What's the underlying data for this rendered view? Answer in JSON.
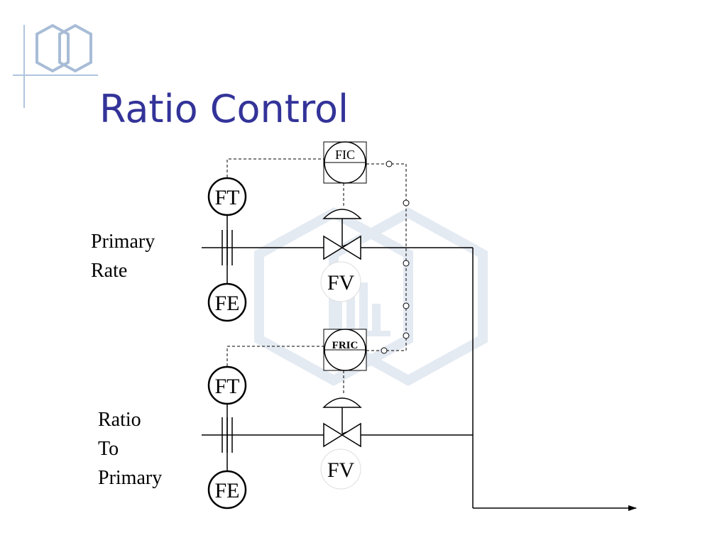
{
  "slide": {
    "title": "Ratio Control",
    "colors": {
      "title": "#333399",
      "logo": "#b0c4de",
      "watermark": "#d3ddea",
      "lines": "#000000"
    }
  },
  "streams": {
    "primary": {
      "label_lines": [
        "Primary",
        "Rate"
      ]
    },
    "ratio": {
      "label_lines": [
        "Ratio",
        "To",
        "Primary"
      ]
    }
  },
  "instruments": {
    "primary_transmitter": "FT",
    "primary_element": "FE",
    "primary_controller": "FIC",
    "primary_valve": "FV",
    "ratio_transmitter": "FT",
    "ratio_element": "FE",
    "ratio_controller": "FRIC",
    "ratio_valve": "FV"
  },
  "icons": {
    "logo": "double-hexagon-logo-icon",
    "watermark": "hexagon-plant-watermark-icon"
  }
}
